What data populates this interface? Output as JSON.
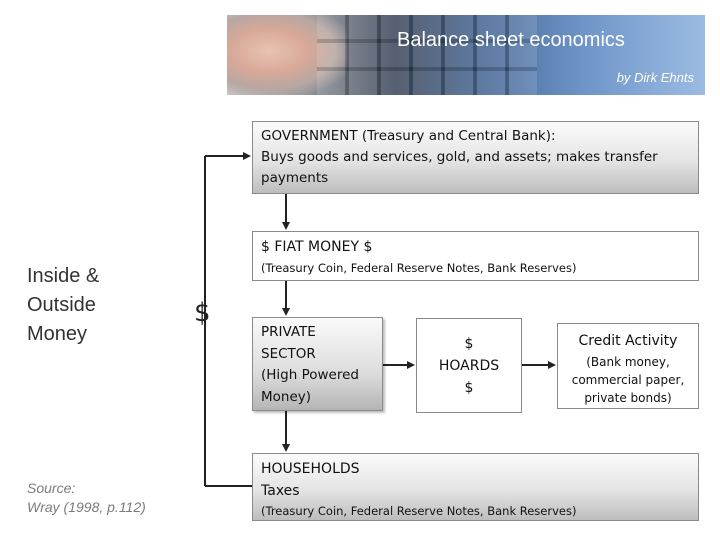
{
  "header": {
    "title": "Balance sheet economics",
    "author": "by Dirk Ehnts"
  },
  "side": {
    "title_lines": [
      "Inside &",
      "Outside",
      "Money"
    ],
    "source_lines": [
      "Source:",
      "Wray (1998, p.112)"
    ]
  },
  "diagram": {
    "government": {
      "line1": "GOVERNMENT (Treasury and Central Bank):",
      "line2": "Buys goods and services, gold, and assets; makes transfer",
      "line3": "payments"
    },
    "fiat_money": {
      "title": "$ FIAT MONEY $",
      "detail": "(Treasury Coin, Federal Reserve Notes, Bank Reserves)"
    },
    "private_sector": {
      "lines": [
        "PRIVATE",
        "SECTOR",
        "(High Powered",
        "Money)"
      ]
    },
    "hoards": {
      "lines": [
        "$",
        "HOARDS",
        "$"
      ]
    },
    "credit_activity": {
      "title": "Credit Activity",
      "detail_lines": [
        "(Bank money,",
        "commercial paper,",
        "private bonds)"
      ]
    },
    "households": {
      "title": "HOUSEHOLDS",
      "subtitle": "Taxes",
      "detail": "(Treasury Coin, Federal Reserve Notes, Bank Reserves)"
    },
    "loop_label": "$"
  },
  "colors": {
    "banner_blue": "#4a6b99",
    "box_border": "#8a8a8a",
    "source_gray": "#7b7b7b"
  }
}
